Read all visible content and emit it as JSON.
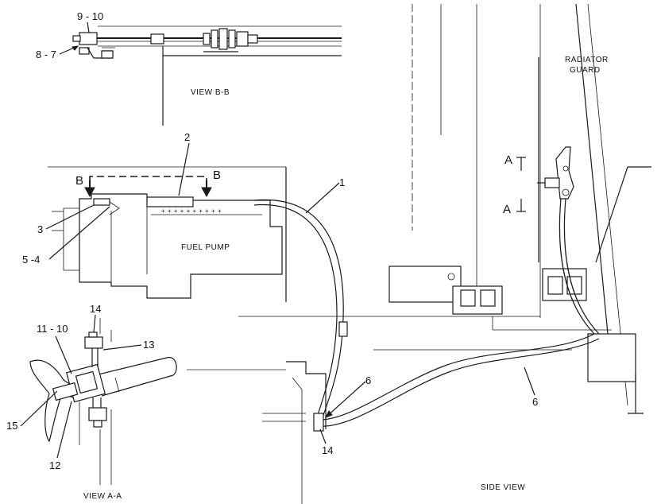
{
  "labels": {
    "view_bb": "VIEW B-B",
    "view_aa": "VIEW A-A",
    "side_view": "SIDE VIEW",
    "fuel_pump": "FUEL PUMP",
    "radiator_guard_line1": "RADIATOR",
    "radiator_guard_line2": "GUARD",
    "section_b_left": "B",
    "section_b_right": "B",
    "section_a_top": "A",
    "section_a_bottom": "A"
  },
  "callouts": {
    "c_9_10": "9 - 10",
    "c_8_7": "8 - 7",
    "c_2": "2",
    "c_1": "1",
    "c_3": "3",
    "c_5_4": "5 -4",
    "c_14_top": "14",
    "c_11_10": "11 - 10",
    "c_13": "13",
    "c_15": "15",
    "c_12": "12",
    "c_6_left": "6",
    "c_14_bottom": "14",
    "c_6_right": "6"
  }
}
